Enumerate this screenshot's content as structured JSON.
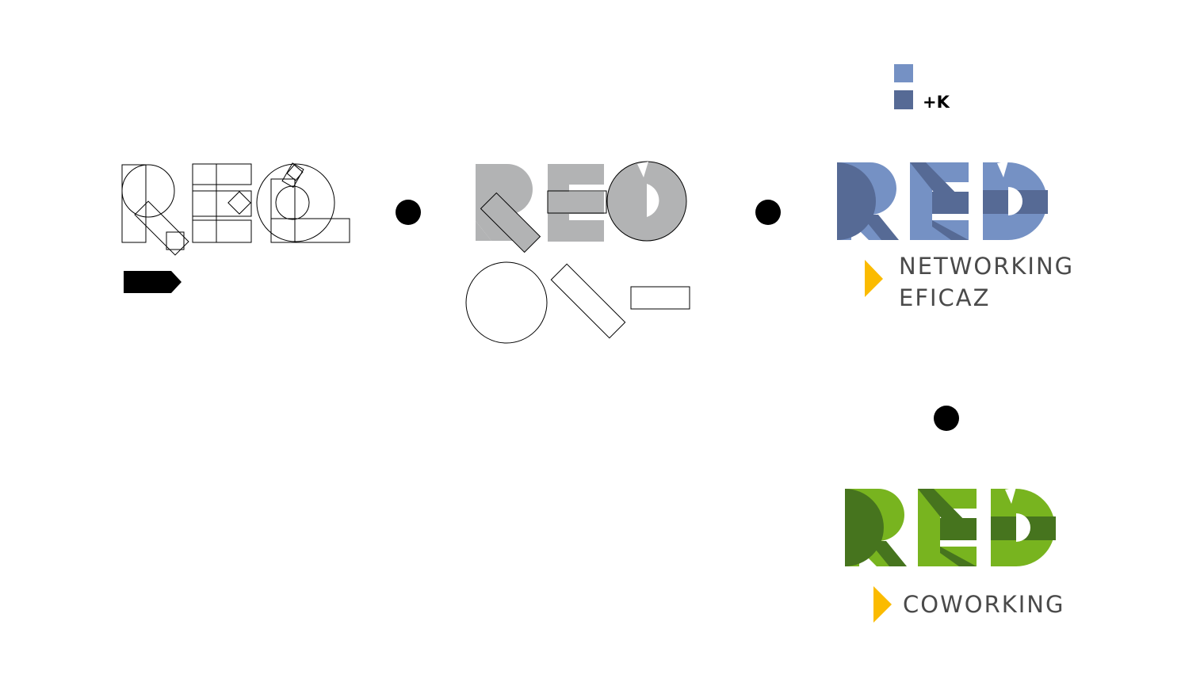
{
  "colors": {
    "outline": "#000000",
    "gray": "#b2b3b4",
    "blue_light": "#7591c4",
    "blue_dark": "#566a95",
    "green_light": "#78b41f",
    "green_dark": "#46741e",
    "arrow_yellow": "#fbbb00",
    "text_gray": "#4a4a4a"
  },
  "swatch": {
    "suffix": "+K"
  },
  "logo_networking": {
    "line1": "NETWORKING",
    "line2": "EFICAZ"
  },
  "logo_coworking": {
    "line1": "COWORKING"
  }
}
